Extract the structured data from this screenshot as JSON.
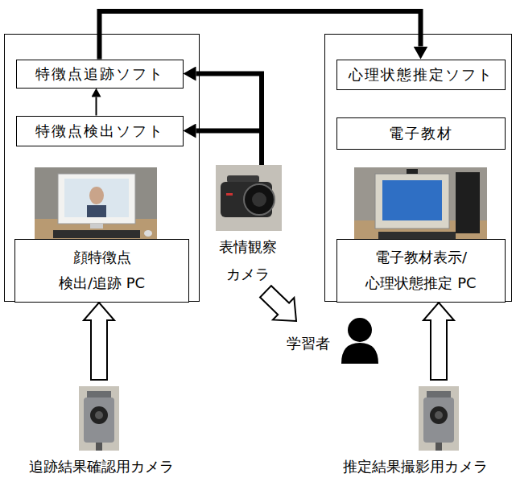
{
  "diagram": {
    "nodes": [
      {
        "text": [
          "顔特徴点 検出/追跡 PC"
        ]
      },
      {
        "text": [
          "特徴点追跡ソフト"
        ],
        "in": 0
      },
      {
        "text": [
          "特徴点検出ソフト"
        ],
        "in": 0
      },
      {
        "text": [
          "電子教材表示/ 心理状態推定 PC"
        ]
      },
      {
        "text": [
          "心理状態推定ソフト"
        ],
        "in": 3
      },
      {
        "text": [
          "電子教材"
        ],
        "in": 3
      },
      {
        "text": [
          "表情観察 カメラ"
        ]
      },
      {
        "text": [
          "学習者"
        ]
      },
      {
        "text": [
          "追跡結果確認用カメラ"
        ]
      },
      {
        "text": [
          "推定結果撮影用カメラ"
        ]
      }
    ],
    "edges": [
      {
        "from": 1,
        "to": 4,
        "arrow": "to"
      },
      {
        "from": 6,
        "to": 1,
        "arrow": "to"
      },
      {
        "from": 6,
        "to": 2,
        "arrow": "to"
      },
      {
        "from": 2,
        "to": 1,
        "arrow": "to"
      },
      {
        "from": 6,
        "to": 7,
        "arrow": "to"
      },
      {
        "from": 8,
        "to": 0,
        "arrow": "to"
      },
      {
        "from": 9,
        "to": 3,
        "arrow": "to"
      }
    ]
  }
}
